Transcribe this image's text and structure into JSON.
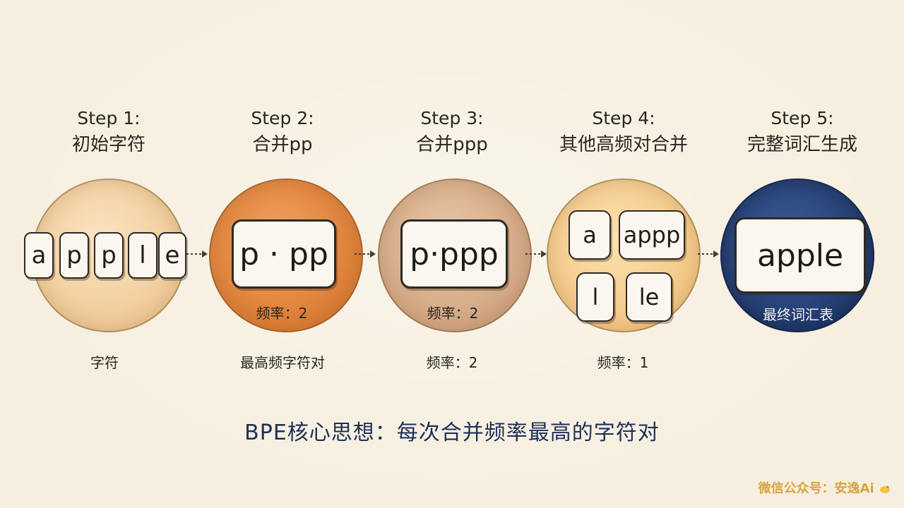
{
  "steps": [
    {
      "title": "Step 1:",
      "subtitle": "初始字符"
    },
    {
      "title": "Step 2:",
      "subtitle": "合并pp"
    },
    {
      "title": "Step 3:",
      "subtitle": "合并ppp"
    },
    {
      "title": "Step 4:",
      "subtitle": "其他高频对合并"
    },
    {
      "title": "Step 5:",
      "subtitle": "完整词汇生成"
    }
  ],
  "step1": {
    "letters": [
      "a",
      "p",
      "p",
      "l",
      "e"
    ],
    "below": "字符"
  },
  "step2": {
    "token": "p · pp",
    "inner": "频率：2",
    "below": "最高频字符对"
  },
  "step3": {
    "token": "p·ppp",
    "inner": "频率：2",
    "below": "频率：2"
  },
  "step4": {
    "tokens": [
      "a",
      "appp",
      "l",
      "le"
    ],
    "below": "频率：1"
  },
  "step5": {
    "token": "apple",
    "inner": "最终词汇表"
  },
  "headline": "BPE核心思想：每次合并频率最高的字符对",
  "watermark": "微信公众号：安逸Ai",
  "colors": {
    "background": "#f6efdf",
    "step1_circle": "#efc791",
    "step2_circle": "#d9772f",
    "step3_circle": "#cc9e7b",
    "step4_circle": "#f2c27d",
    "step5_circle": "#1c3566",
    "headline": "#1d2f57"
  }
}
